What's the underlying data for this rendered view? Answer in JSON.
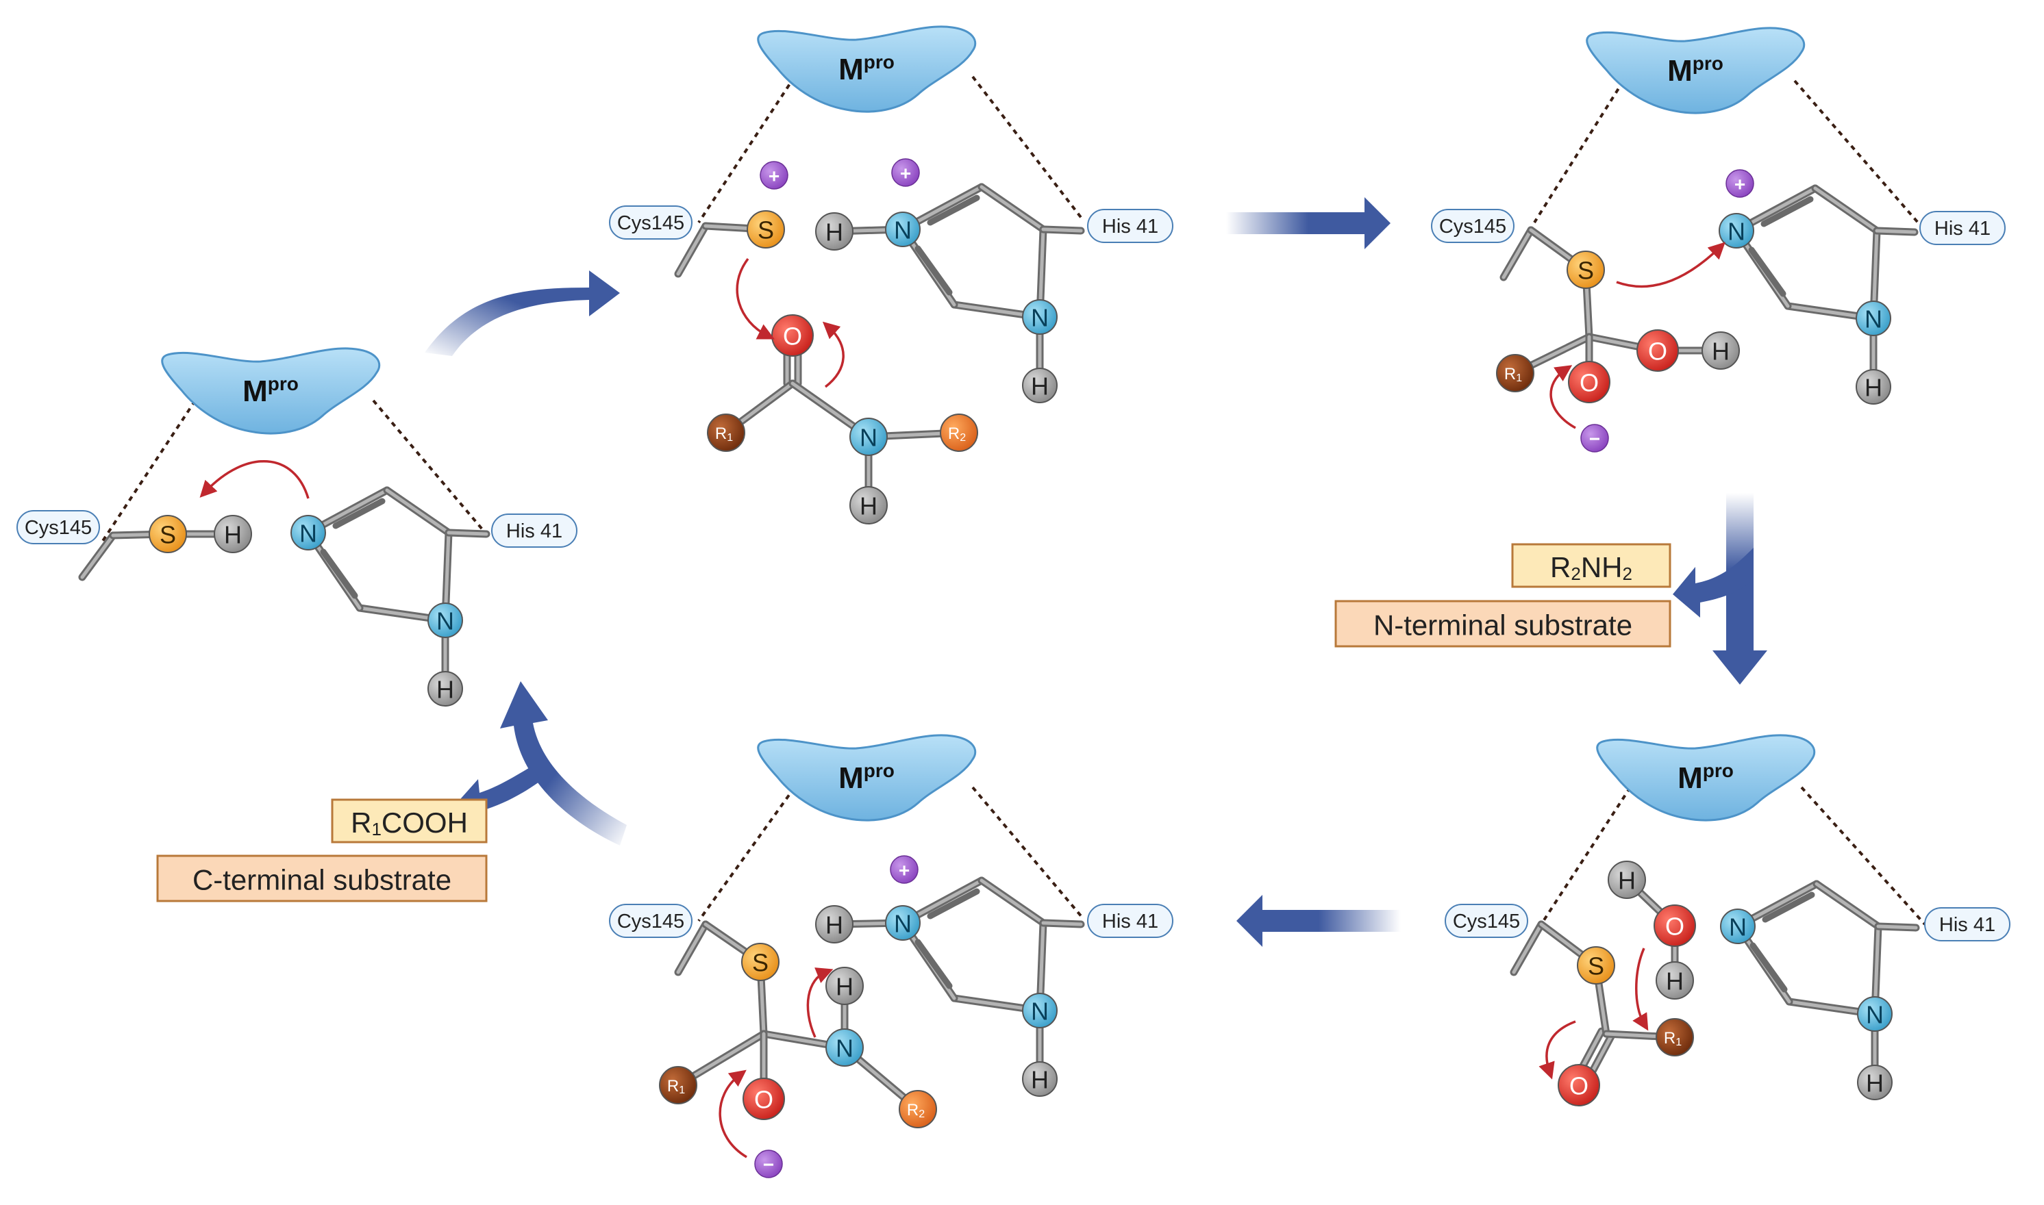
{
  "enzyme": {
    "name": "M",
    "superscript": "pro"
  },
  "residues": {
    "cys": "Cys145",
    "his": "His 41"
  },
  "atoms": {
    "S": "S",
    "H": "H",
    "N": "N",
    "O": "O",
    "R1": "R",
    "R2": "R",
    "sub1": "1",
    "sub2": "2"
  },
  "charges": {
    "plus": "+",
    "minus": "−"
  },
  "products": {
    "n_term_formula": {
      "main": "R",
      "sub": "2",
      "rest": "NH",
      "sub2": "2"
    },
    "n_term_label": "N-terminal substrate",
    "c_term_formula": {
      "main": "R",
      "sub": "1",
      "rest": "COOH"
    },
    "c_term_label": "C-terminal substrate"
  },
  "colors": {
    "enzyme": "#8fc8ea",
    "sulfur": "#f5a623",
    "hydrogen": "#9b9b9b",
    "nitrogen": "#4fb3d9",
    "oxygen": "#e0312b",
    "r1": "#8b3d14",
    "r2": "#e8762a",
    "charge": "#9b59c7",
    "arrow": "#3f5aa0",
    "curved": "#c0282e",
    "box_yellow": "#fde9b8",
    "box_orange": "#fbd8b8",
    "box_border": "#b8793a"
  }
}
